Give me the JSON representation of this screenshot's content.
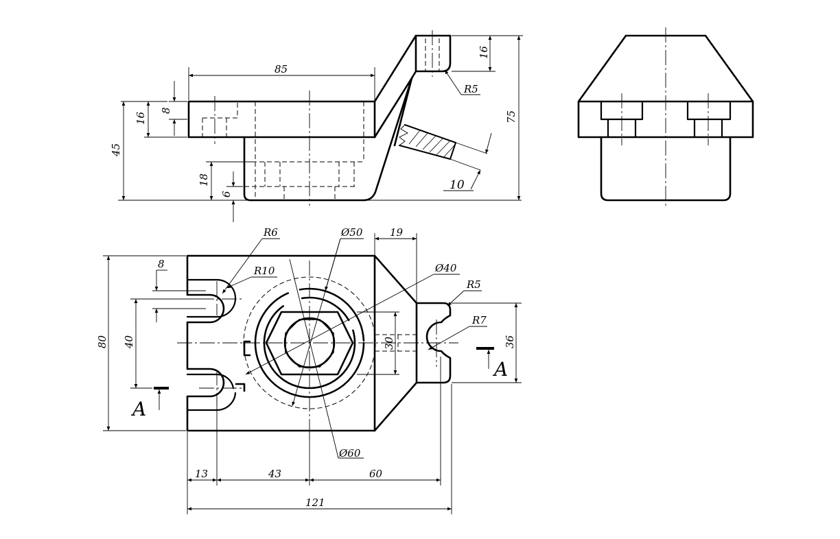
{
  "front_view": {
    "dims": {
      "length_top": "85",
      "flange_thk": "8",
      "flange_h": "16",
      "overall_h": "45",
      "boss_h": "18",
      "bottom_off": "6",
      "lug_h": "16",
      "lug_radius": "R5",
      "total_h": "75",
      "rib": "10"
    }
  },
  "top_view": {
    "dims": {
      "slot_r": "R6",
      "slot_outer_r": "R10",
      "dia_50": "Ø50",
      "dia_40": "Ø40",
      "dia_60": "Ø60",
      "lug_len": "19",
      "lug_r5": "R5",
      "lug_r7": "R7",
      "slot_w": "8",
      "slot_pitch": "40",
      "width": "80",
      "flat": "30",
      "lug_w": "36",
      "x13": "13",
      "x43": "43",
      "x60": "60",
      "total_len": "121"
    },
    "section_label_left": "A",
    "section_label_right": "A"
  }
}
